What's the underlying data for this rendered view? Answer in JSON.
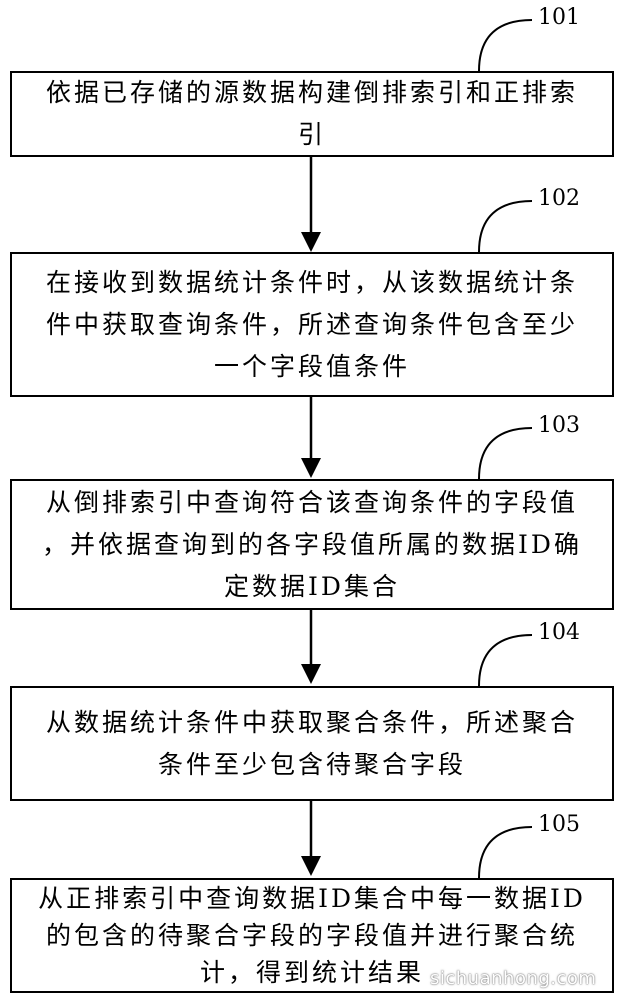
{
  "steps": [
    {
      "number": "101",
      "lines": [
        "依据已存储的源数据构建倒排索引和正排索",
        "引"
      ]
    },
    {
      "number": "102",
      "lines": [
        "在接收到数据统计条件时，从该数据统计条",
        "件中获取查询条件，所述查询条件包含至少",
        "一个字段值条件"
      ]
    },
    {
      "number": "103",
      "lines": [
        "从倒排索引中查询符合该查询条件的字段值",
        "，并依据查询到的各字段值所属的数据ID确",
        "定数据ID集合"
      ]
    },
    {
      "number": "104",
      "lines": [
        "从数据统计条件中获取聚合条件，所述聚合",
        "条件至少包含待聚合字段"
      ]
    },
    {
      "number": "105",
      "lines": [
        "从正排索引中查询数据ID集合中每一数据ID",
        "的包含的待聚合字段的字段值并进行聚合统",
        "计，得到统计结果"
      ]
    }
  ],
  "watermark": "sichuanhong.com"
}
